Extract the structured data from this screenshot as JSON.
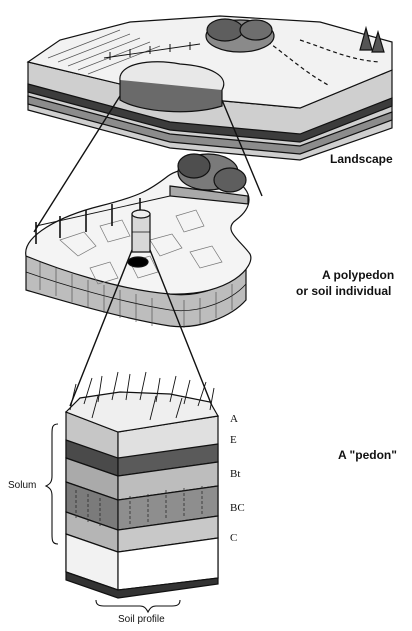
{
  "labels": {
    "landscape": "Landscape",
    "polypedon_line1": "A polypedon",
    "polypedon_line2": "or soil individual",
    "pedon": "A \"pedon\"",
    "solum": "Solum",
    "soil_profile": "Soil profile"
  },
  "horizons": [
    "A",
    "E",
    "Bt",
    "BC",
    "C"
  ],
  "colors": {
    "ink": "#111111",
    "layer_dark": "#4a4a4a",
    "layer_mid": "#9a9a9a",
    "layer_light": "#d6d6d6",
    "surface": "#f4f4f4"
  }
}
